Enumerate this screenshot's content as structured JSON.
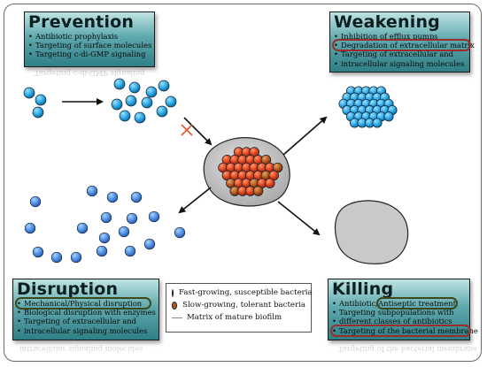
{
  "panels": {
    "prevention": {
      "title": "Prevention",
      "items": [
        "Antibiotic prophylaxis",
        "Targeting of surface molecules",
        "Targeting c-di-GMP signaling"
      ]
    },
    "weakening": {
      "title": "Weakening",
      "items": [
        "Inhibition of efflux pumps",
        "Degradation of extracellular matrix",
        "Targeting of extracellular and",
        "intracellular signaling molecules"
      ]
    },
    "disruption": {
      "title": "Disruption",
      "items": [
        "Mechanical/Physical disruption",
        "Biological disruption with enzymes",
        "Targeting of extracellular and",
        "intracellular signaling molecules"
      ]
    },
    "killing": {
      "title": "Killing",
      "items_prefix": "Antibiotic/",
      "items_highlight": "Antiseptic treatment",
      "items": [
        "Targeting subpopulations with",
        "different classes of antibiotics",
        "Targeting of the bacterial membrane"
      ]
    }
  },
  "legend": {
    "fast": "Fast-growing, susceptible bacteria",
    "slow": "Slow-growing, tolerant bacteria",
    "matrix": "Matrix of mature biofilm"
  },
  "colors": {
    "fast_bacteria": "#2aa7e6",
    "slow_bacteria": "#e5471f",
    "slow_legend": "#b8551c",
    "matrix_fill": "#c3c3c3",
    "panel_teal": "#3e8f95",
    "highlight_red": "#9a2c2c",
    "arrow": "#111111",
    "block_x": "#e0572a"
  }
}
